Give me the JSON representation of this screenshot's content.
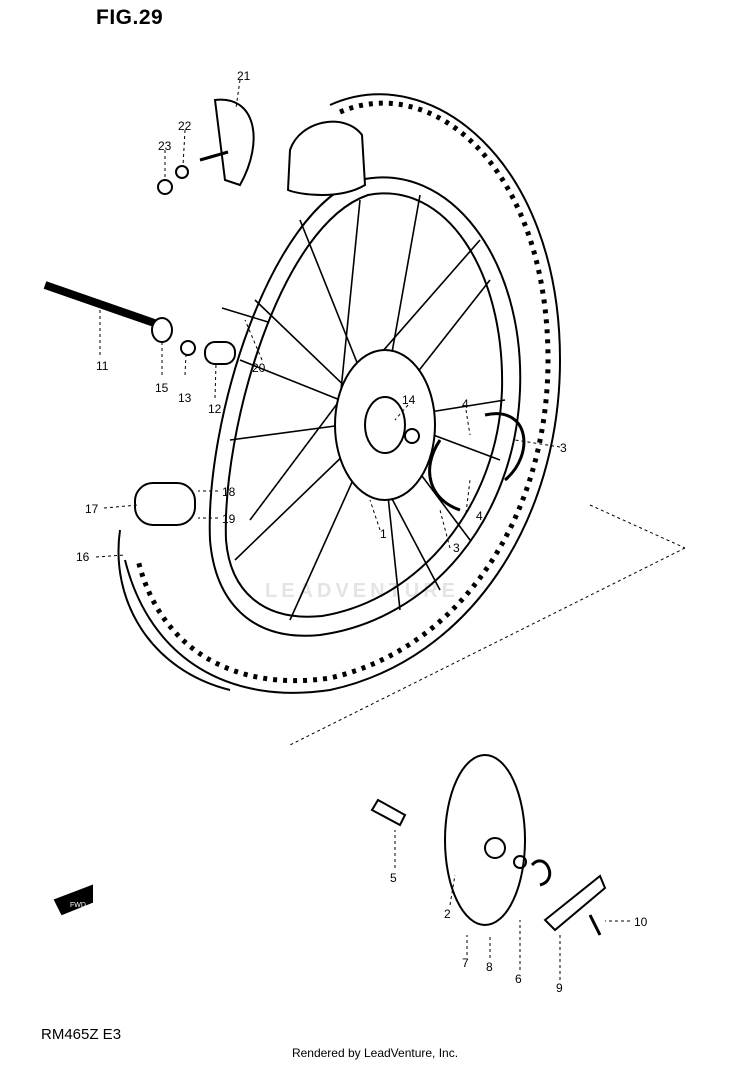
{
  "figure": {
    "title": "FIG.29"
  },
  "model_code": "RM465Z E3",
  "footer": {
    "credit": "Rendered by LeadVenture, Inc."
  },
  "watermark": "LEADVENTURE",
  "fwd_badge": "FWD",
  "callouts": [
    "1",
    "2",
    "3",
    "3",
    "4",
    "4",
    "5",
    "6",
    "7",
    "8",
    "9",
    "10",
    "11",
    "12",
    "13",
    "14",
    "15",
    "16",
    "17",
    "18",
    "19",
    "20",
    "21",
    "22",
    "23"
  ]
}
